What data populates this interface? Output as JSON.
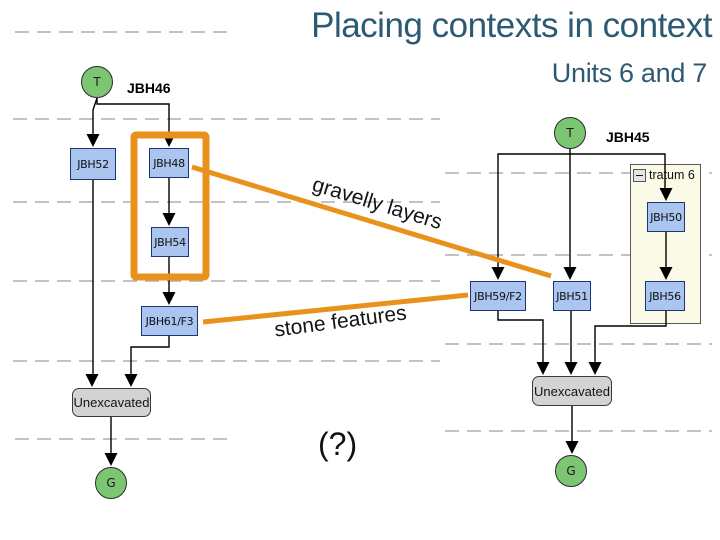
{
  "slide": {
    "title": "Placing contexts in context",
    "subtitle": "Units 6 and 7"
  },
  "left_matrix": {
    "label": "JBH46",
    "top_terminal": "T",
    "bottom_terminal": "G",
    "nodes": {
      "jbh52": "JBH52",
      "jbh48": "JBH48",
      "jbh54": "JBH54",
      "jbh61": "JBH61/F3",
      "unexcavated": "Unexcavated"
    }
  },
  "right_matrix": {
    "label": "JBH45",
    "top_terminal": "T",
    "bottom_terminal": "G",
    "group": {
      "collapse_icon": "−",
      "label": "tratum 6"
    },
    "nodes": {
      "jbh59": "JBH59/F2",
      "jbh51": "JBH51",
      "jbh50": "JBH50",
      "jbh56": "JBH56",
      "unexcavated": "Unexcavated"
    }
  },
  "annotations": {
    "gravelly": "gravelly layers",
    "stone": "stone features",
    "question": "(?)"
  },
  "colors": {
    "title-color": "#2d5a73",
    "accent": "#e8921c",
    "node-fill": "#a9c5f0",
    "node-border": "#203570",
    "terminal-fill": "#7cc572",
    "panel-fill": "#fbfae6",
    "divider": "#aeaeae"
  }
}
